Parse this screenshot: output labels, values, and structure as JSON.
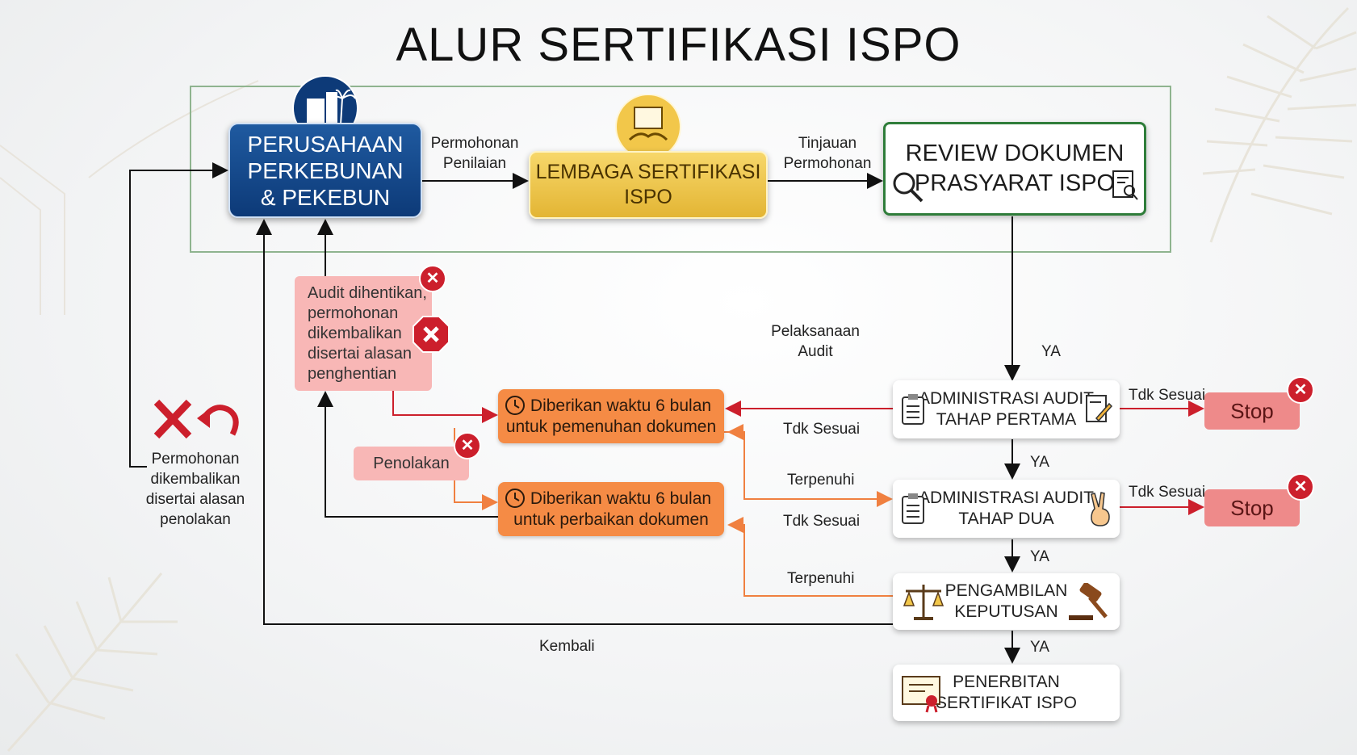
{
  "title": "ALUR SERTIFIKASI ISPO",
  "nodes": {
    "company": [
      "PERUSAHAAN",
      "PERKEBUNAN",
      "& PEKEBUN"
    ],
    "lsc": [
      "LEMBAGA SERTIFIKASI",
      "ISPO"
    ],
    "review": [
      "REVIEW DOKUMEN",
      "PRASYARAT ISPO"
    ],
    "admin1": [
      "ADMINISTRASI AUDIT",
      "TAHAP PERTAMA"
    ],
    "admin2": [
      "ADMINISTRASI AUDIT",
      "TAHAP DUA"
    ],
    "decision": [
      "PENGAMBILAN",
      "KEPUTUSAN"
    ],
    "issue": [
      "PENERBITAN",
      "SERTIFIKAT ISPO"
    ],
    "time1": [
      "Diberikan waktu 6 bulan",
      "untuk pemenuhan dokumen"
    ],
    "time2": [
      "Diberikan waktu 6 bulan",
      "untuk perbaikan dokumen"
    ],
    "audit_stopped": [
      "Audit dihentikan,",
      "permohonan",
      "dikembalikan",
      "disertai alasan",
      "penghentian"
    ],
    "rejection": "Penolakan",
    "stop1": "Stop",
    "stop2": "Stop"
  },
  "labels": {
    "req_assessment": [
      "Permohonan",
      "Penilaian"
    ],
    "review_applicant": [
      "Tinjauan",
      "Permohonan"
    ],
    "audit_exec": [
      "Pelaksanaan",
      "Audit"
    ],
    "ya1": "YA",
    "ya2": "YA",
    "ya3": "YA",
    "ya4": "YA",
    "tdk_right1": "Tdk Sesuai",
    "tdk_right2": "Tdk Sesuai",
    "tdk_left1": "Tdk Sesuai",
    "tdk_left2": "Tdk Sesuai",
    "terpenuhi1": "Terpenuhi",
    "terpenuhi2": "Terpenuhi",
    "kembali": "Kembali",
    "returned": [
      "Permohonan",
      "dikembalikan",
      "disertai alasan",
      "penolakan"
    ]
  },
  "colors": {
    "navy": "#0d3a78",
    "gold": "#e3b534",
    "green": "#2f7d3a",
    "orange": "#f58b45",
    "red": "#cc1f2c",
    "pink": "#f8b7b6"
  }
}
